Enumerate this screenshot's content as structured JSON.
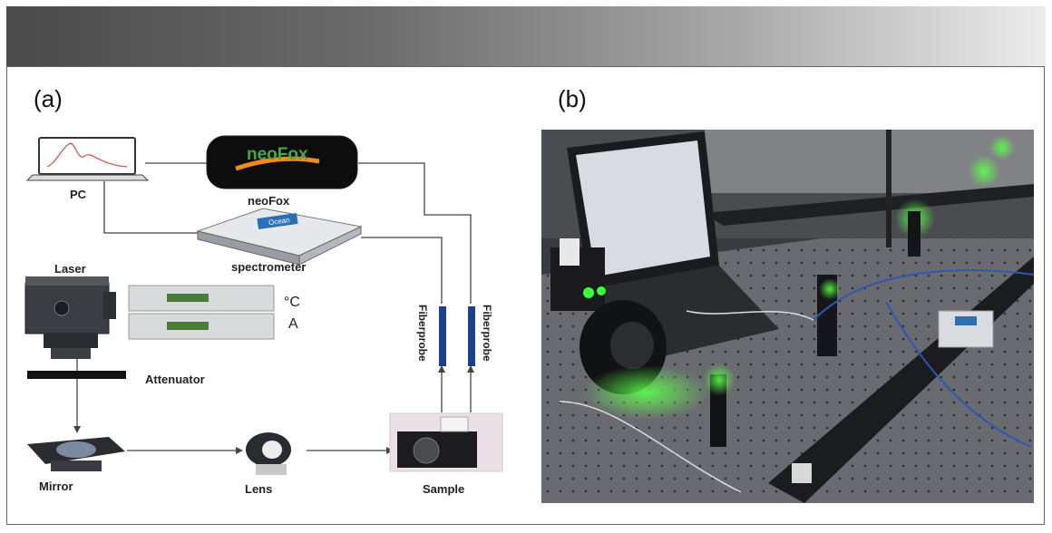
{
  "panels": {
    "a": "(a)",
    "b": "(b)"
  },
  "labels": {
    "pc": "PC",
    "neofox": "neoFox",
    "neofox_logo": "neoFox",
    "spectrometer": "spectrometer",
    "laser": "Laser",
    "celsius": "°C",
    "ampere": "A",
    "attenuator": "Attenuator",
    "fiberprobe_1": "Fiberprobe",
    "fiberprobe_2": "Fiberprobe",
    "mirror": "Mirror",
    "lens": "Lens",
    "sample": "Sample",
    "ocean_logo": "Ocean"
  },
  "colors": {
    "laser_green": "#39ff3a",
    "fiber_blue": "#1e3f8a",
    "neofox_orange": "#f08a1c"
  }
}
